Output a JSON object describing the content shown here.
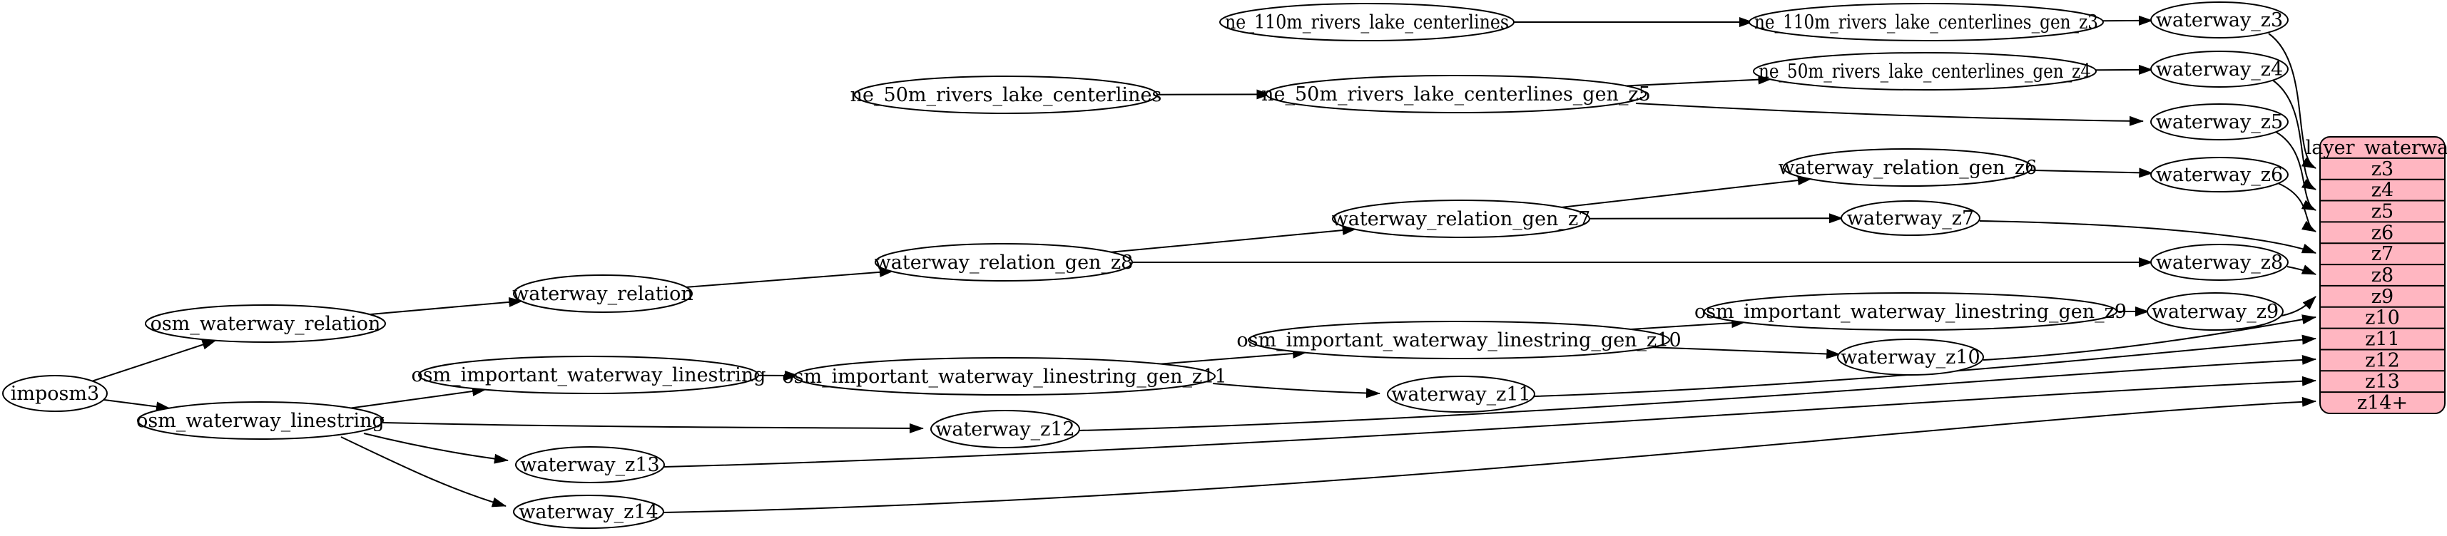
{
  "diagram": {
    "kind": "etl-dependency-graph",
    "colors": {
      "node_fill": "#ffffff",
      "edge": "#000000",
      "table_fill": "#ffb6c1",
      "table_stroke": "#000000"
    },
    "nodes": [
      {
        "id": "imposm3",
        "label": "imposm3"
      },
      {
        "id": "osm_waterway_relation",
        "label": "osm_waterway_relation"
      },
      {
        "id": "osm_waterway_linestring",
        "label": "osm_waterway_linestring"
      },
      {
        "id": "waterway_relation",
        "label": "waterway_relation"
      },
      {
        "id": "waterway_relation_gen_z8",
        "label": "waterway_relation_gen_z8"
      },
      {
        "id": "waterway_relation_gen_z7",
        "label": "waterway_relation_gen_z7"
      },
      {
        "id": "waterway_relation_gen_z6",
        "label": "waterway_relation_gen_z6"
      },
      {
        "id": "ne_110m_rivers_lake_centerlines",
        "label": "ne_110m_rivers_lake_centerlines"
      },
      {
        "id": "ne_110m_rivers_lake_centerlines_gen_z3",
        "label": "ne_110m_rivers_lake_centerlines_gen_z3"
      },
      {
        "id": "ne_50m_rivers_lake_centerlines",
        "label": "ne_50m_rivers_lake_centerlines"
      },
      {
        "id": "ne_50m_rivers_lake_centerlines_gen_z5",
        "label": "ne_50m_rivers_lake_centerlines_gen_z5"
      },
      {
        "id": "ne_50m_rivers_lake_centerlines_gen_z4",
        "label": "ne_50m_rivers_lake_centerlines_gen_z4"
      },
      {
        "id": "osm_important_waterway_linestring",
        "label": "osm_important_waterway_linestring"
      },
      {
        "id": "osm_important_waterway_linestring_gen_z11",
        "label": "osm_important_waterway_linestring_gen_z11"
      },
      {
        "id": "osm_important_waterway_linestring_gen_z10",
        "label": "osm_important_waterway_linestring_gen_z10"
      },
      {
        "id": "osm_important_waterway_linestring_gen_z9",
        "label": "osm_important_waterway_linestring_gen_z9"
      },
      {
        "id": "waterway_z3",
        "label": "waterway_z3"
      },
      {
        "id": "waterway_z4",
        "label": "waterway_z4"
      },
      {
        "id": "waterway_z5",
        "label": "waterway_z5"
      },
      {
        "id": "waterway_z6",
        "label": "waterway_z6"
      },
      {
        "id": "waterway_z7",
        "label": "waterway_z7"
      },
      {
        "id": "waterway_z8",
        "label": "waterway_z8"
      },
      {
        "id": "waterway_z9",
        "label": "waterway_z9"
      },
      {
        "id": "waterway_z10",
        "label": "waterway_z10"
      },
      {
        "id": "waterway_z11",
        "label": "waterway_z11"
      },
      {
        "id": "waterway_z12",
        "label": "waterway_z12"
      },
      {
        "id": "waterway_z13",
        "label": "waterway_z13"
      },
      {
        "id": "waterway_z14",
        "label": "waterway_z14"
      }
    ],
    "table": {
      "title": "layer_waterway",
      "rows": [
        "z3",
        "z4",
        "z5",
        "z6",
        "z7",
        "z8",
        "z9",
        "z10",
        "z11",
        "z12",
        "z13",
        "z14+"
      ]
    },
    "edges": [
      {
        "from": "imposm3",
        "to": "osm_waterway_relation"
      },
      {
        "from": "imposm3",
        "to": "osm_waterway_linestring"
      },
      {
        "from": "osm_waterway_relation",
        "to": "waterway_relation"
      },
      {
        "from": "waterway_relation",
        "to": "waterway_relation_gen_z8"
      },
      {
        "from": "waterway_relation_gen_z8",
        "to": "waterway_relation_gen_z7"
      },
      {
        "from": "waterway_relation_gen_z8",
        "to": "waterway_z8"
      },
      {
        "from": "waterway_relation_gen_z7",
        "to": "waterway_relation_gen_z6"
      },
      {
        "from": "waterway_relation_gen_z7",
        "to": "waterway_z7"
      },
      {
        "from": "waterway_relation_gen_z6",
        "to": "waterway_z6"
      },
      {
        "from": "ne_110m_rivers_lake_centerlines",
        "to": "ne_110m_rivers_lake_centerlines_gen_z3"
      },
      {
        "from": "ne_110m_rivers_lake_centerlines_gen_z3",
        "to": "waterway_z3"
      },
      {
        "from": "ne_50m_rivers_lake_centerlines",
        "to": "ne_50m_rivers_lake_centerlines_gen_z5"
      },
      {
        "from": "ne_50m_rivers_lake_centerlines_gen_z5",
        "to": "ne_50m_rivers_lake_centerlines_gen_z4"
      },
      {
        "from": "ne_50m_rivers_lake_centerlines_gen_z5",
        "to": "waterway_z5"
      },
      {
        "from": "ne_50m_rivers_lake_centerlines_gen_z4",
        "to": "waterway_z4"
      },
      {
        "from": "osm_waterway_linestring",
        "to": "osm_important_waterway_linestring"
      },
      {
        "from": "osm_important_waterway_linestring",
        "to": "osm_important_waterway_linestring_gen_z11"
      },
      {
        "from": "osm_important_waterway_linestring_gen_z11",
        "to": "osm_important_waterway_linestring_gen_z10"
      },
      {
        "from": "osm_important_waterway_linestring_gen_z11",
        "to": "waterway_z11"
      },
      {
        "from": "osm_important_waterway_linestring_gen_z10",
        "to": "osm_important_waterway_linestring_gen_z9"
      },
      {
        "from": "osm_important_waterway_linestring_gen_z10",
        "to": "waterway_z10"
      },
      {
        "from": "osm_important_waterway_linestring_gen_z9",
        "to": "waterway_z9"
      },
      {
        "from": "osm_waterway_linestring",
        "to": "waterway_z12"
      },
      {
        "from": "osm_waterway_linestring",
        "to": "waterway_z13"
      },
      {
        "from": "osm_waterway_linestring",
        "to": "waterway_z14"
      },
      {
        "from": "waterway_z3",
        "to": "layer:z3"
      },
      {
        "from": "waterway_z4",
        "to": "layer:z4"
      },
      {
        "from": "waterway_z5",
        "to": "layer:z5"
      },
      {
        "from": "waterway_z6",
        "to": "layer:z6"
      },
      {
        "from": "waterway_z7",
        "to": "layer:z7"
      },
      {
        "from": "waterway_z8",
        "to": "layer:z8"
      },
      {
        "from": "waterway_z9",
        "to": "layer:z9"
      },
      {
        "from": "waterway_z10",
        "to": "layer:z10"
      },
      {
        "from": "waterway_z11",
        "to": "layer:z11"
      },
      {
        "from": "waterway_z12",
        "to": "layer:z12"
      },
      {
        "from": "waterway_z13",
        "to": "layer:z13"
      },
      {
        "from": "waterway_z14",
        "to": "layer:z14+"
      }
    ]
  }
}
